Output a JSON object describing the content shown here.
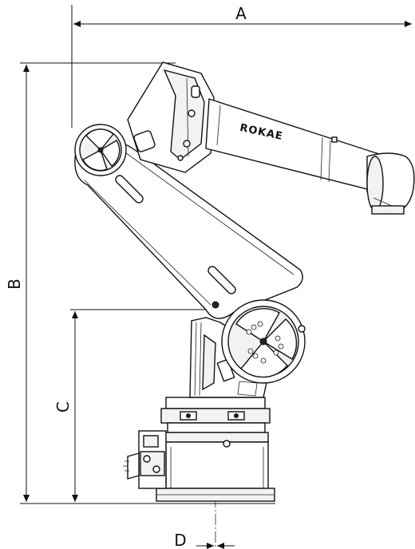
{
  "dimensions": {
    "a_label": "A",
    "b_label": "B",
    "c_label": "C",
    "d_label": "D"
  },
  "arm": {
    "logo_text": "ROKAE"
  }
}
